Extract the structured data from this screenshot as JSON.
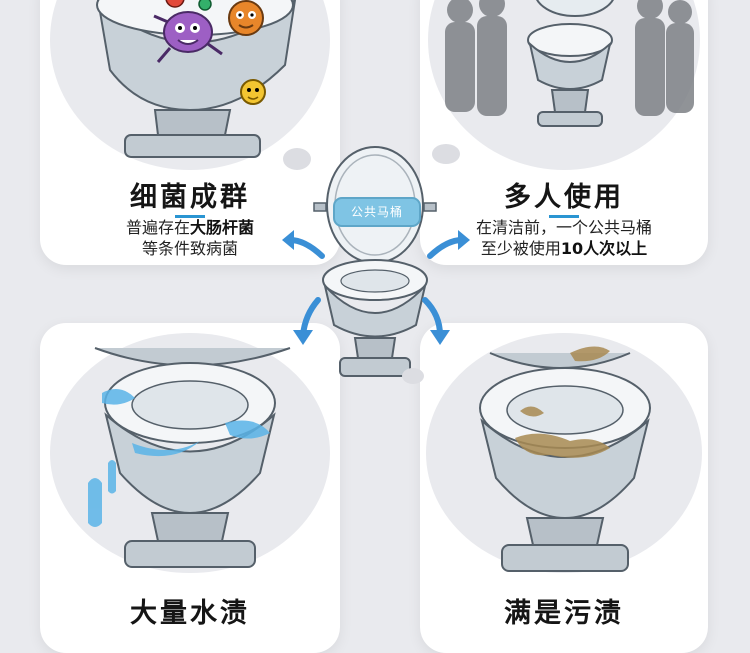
{
  "cards": {
    "bacteria": {
      "title": "细菌成群",
      "line1_prefix": "普遍存在",
      "line1_bold": "大肠杆菌",
      "line2": "等条件致病菌"
    },
    "multiuser": {
      "title": "多人使用",
      "line1": "在清洁前，一个公共马桶",
      "line2_prefix": "至少被使用",
      "line2_bold": "10人次以上"
    },
    "water": {
      "title": "大量水渍"
    },
    "stain": {
      "title": "满是污渍"
    }
  },
  "center_sign": {
    "label": "公共马桶"
  },
  "colors": {
    "accent": "#2a95d2",
    "arrow": "#3a8fd6",
    "bg": "#e9eaee"
  }
}
